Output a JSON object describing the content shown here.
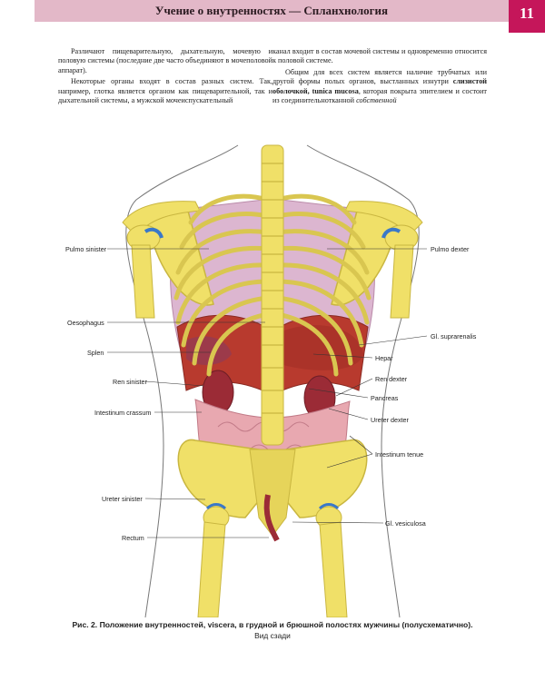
{
  "header": {
    "title": "Учение о внутренностях — Спланхнология",
    "page_number": "11"
  },
  "text": {
    "left_p1": "Различают пищеварительную, дыхательную, мочевую и половую системы (последние две часто объединяют в мочеполовой аппарат).",
    "left_p2": "Некоторые органы входят в состав разных систем. Так, например, глотка является органом как пищеварительной, так и дыхательной системы, а мужской мочеиспускательный",
    "right_p1": "канал входит в состав мочевой системы и одновременно относится к половой системе.",
    "right_p2_a": "Общим для всех систем является наличие трубчатых или другой формы полых органов, выстланных изнутри ",
    "right_p2_b": "слизистой оболочкой, tunica mucosa",
    "right_p2_c": ", которая покрыта эпителием и состоит из соединительнотканной ",
    "right_p2_d": "собственной"
  },
  "figure": {
    "labels": {
      "pulmo_sinister": "Pulmo sinister",
      "pulmo_dexter": "Pulmo dexter",
      "oesophagus": "Oesophagus",
      "gl_suprarenalis": "Gl. suprarenalis",
      "splen": "Splen",
      "hepar": "Hepar",
      "ren_sinister": "Ren sinister",
      "ren_dexter": "Ren dexter",
      "pancreas": "Pancreas",
      "intestinum_crassum": "Intestinum crassum",
      "ureter_dexter": "Ureter dexter",
      "intestinum_tenue": "Intestinum tenue",
      "ureter_sinister": "Ureter sinister",
      "gl_vesiculosa": "Gl. vesiculosa",
      "rectum": "Rectum"
    },
    "colors": {
      "bone": "#f0e068",
      "bone_shadow": "#c9b640",
      "muscle_red": "#b83a2e",
      "lung": "#dcb6d0",
      "organ_pink": "#e8a8b0",
      "cartilage_blue": "#3a78c8"
    }
  },
  "caption": {
    "main": "Рис. 2. Положение внутренностей, viscera, в грудной и брюшной полостях мужчины (полусхематично).",
    "sub": "Вид сзади"
  }
}
